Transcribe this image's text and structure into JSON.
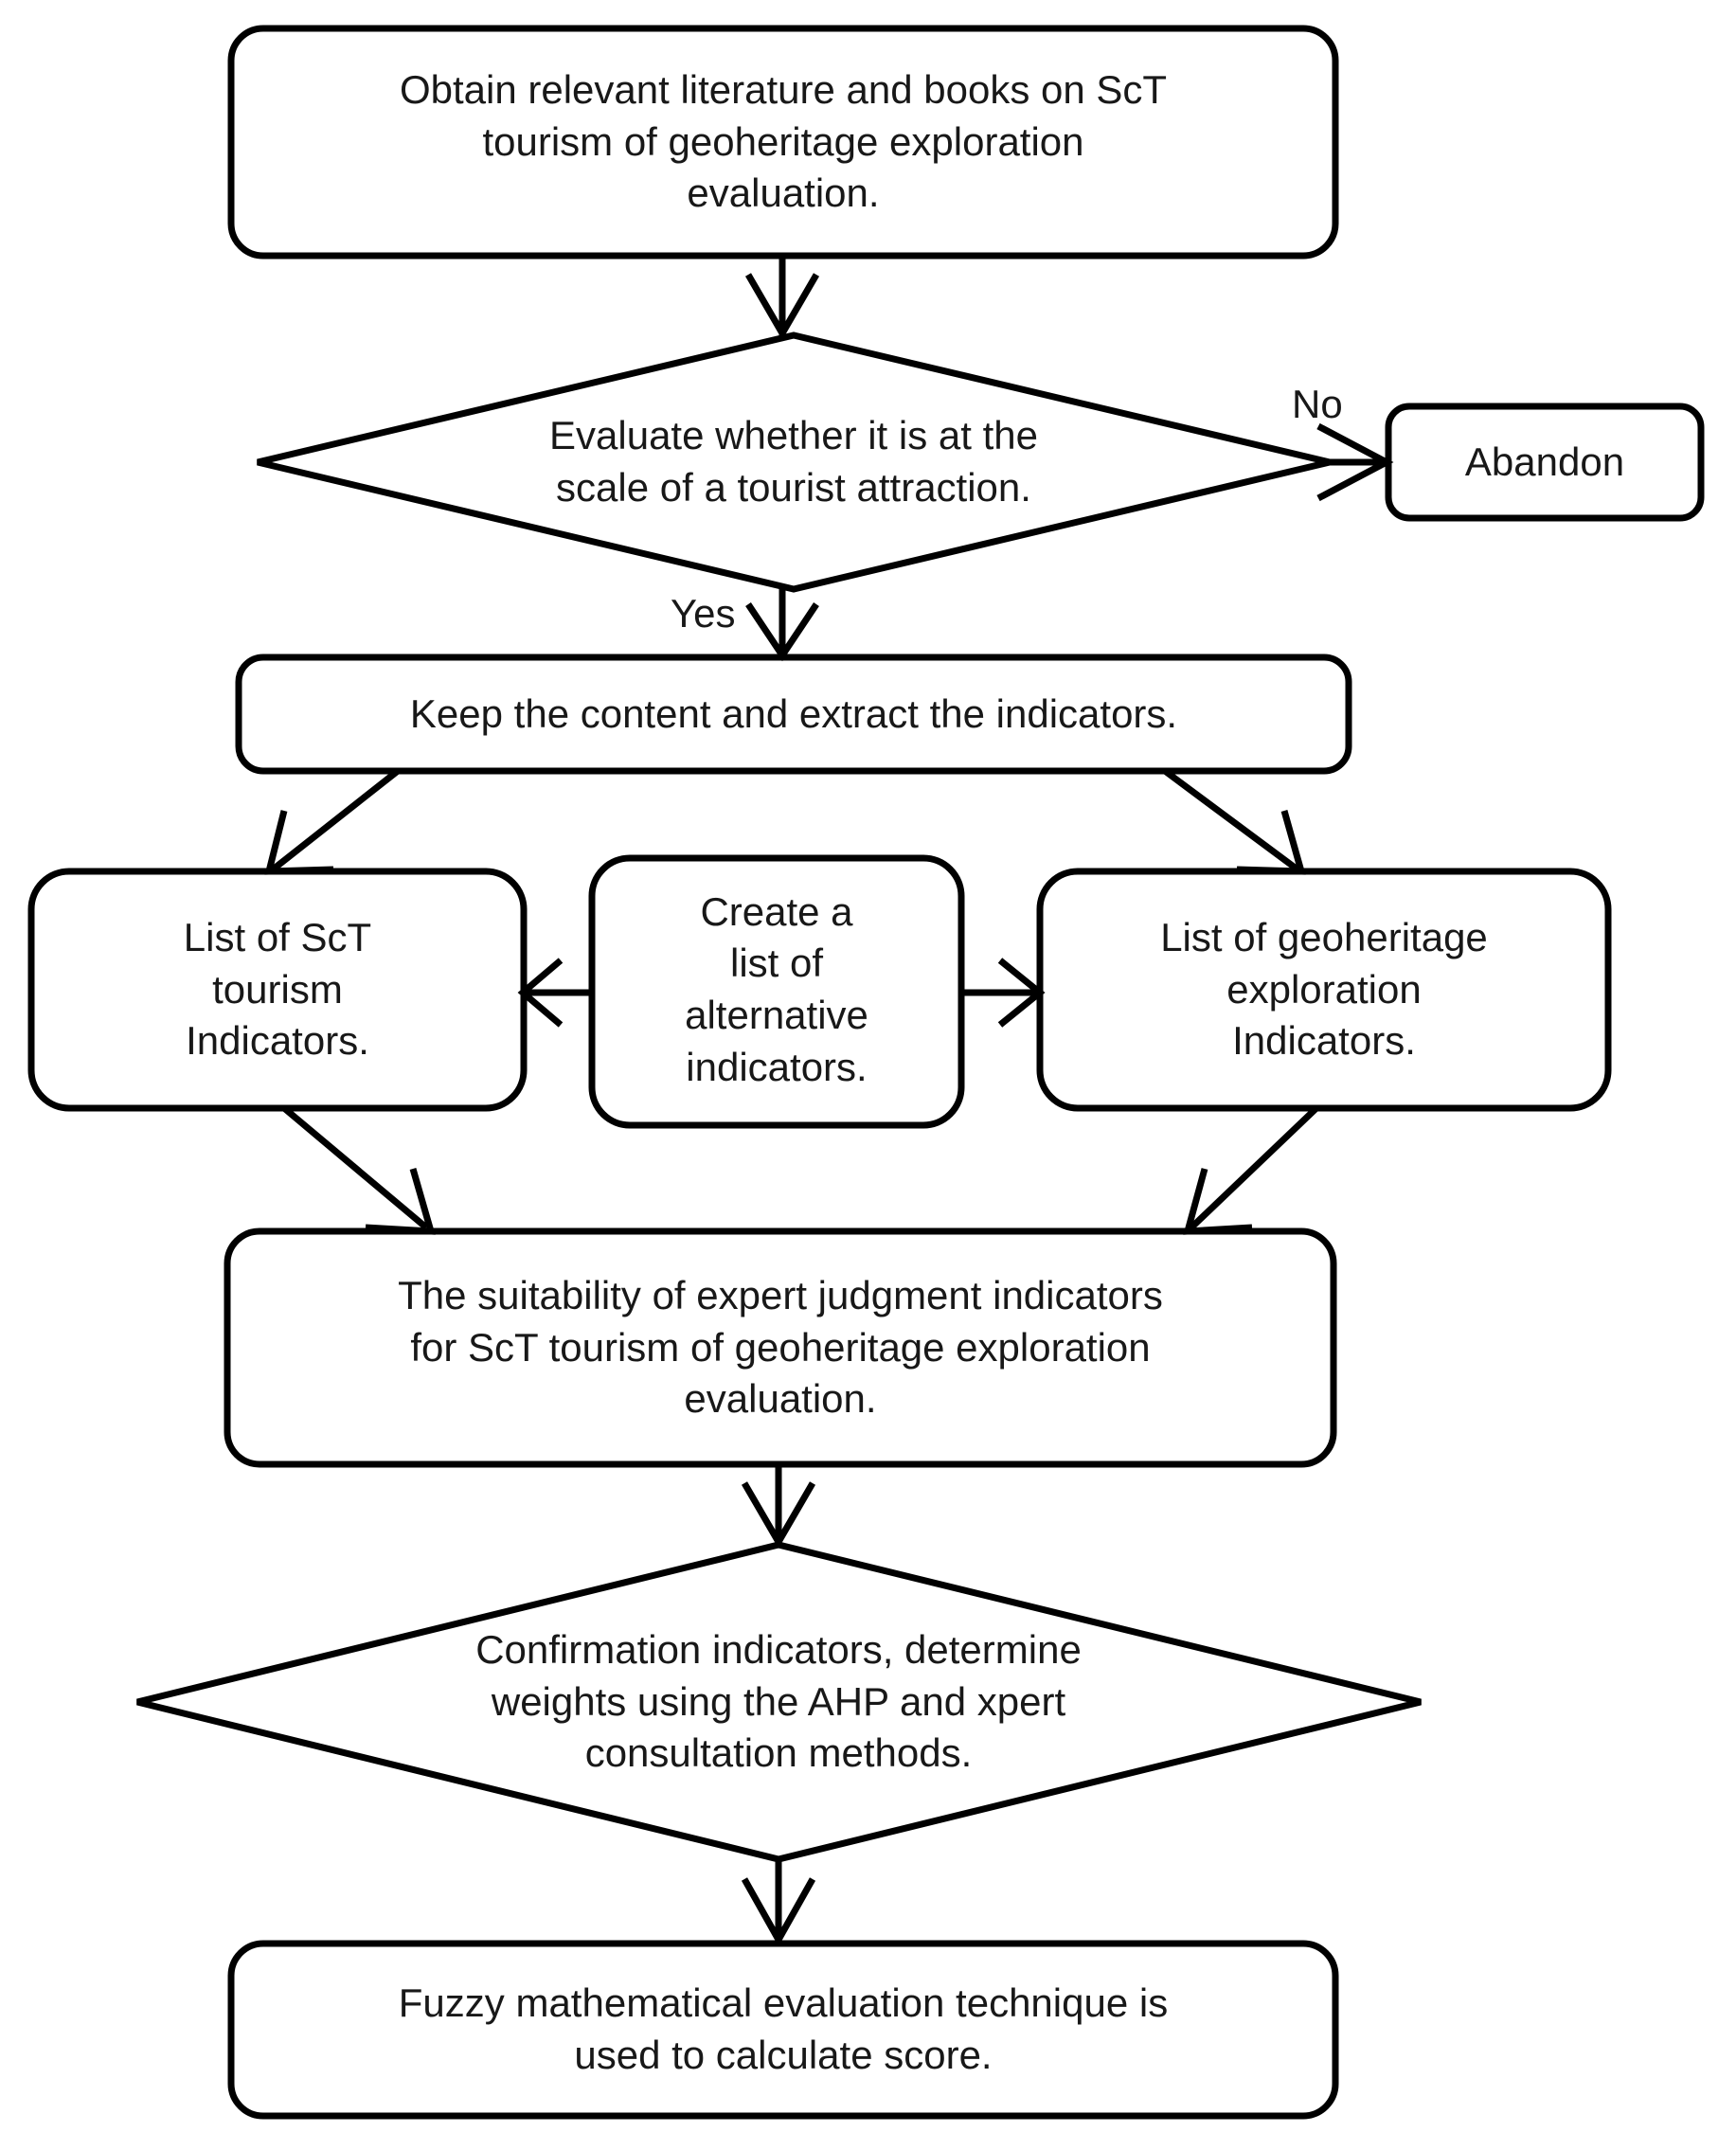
{
  "diagram": {
    "title": "ScT tourism geoheritage exploration evaluation flowchart",
    "background_color": "#ffffff",
    "stroke_color": "#000000",
    "text_color": "#181818",
    "nodes": [
      {
        "id": "obtain-literature",
        "shape": "rounded-rectangle",
        "text": "Obtain relevant literature and books on ScT\ntourism of geoheritage exploration\nevaluation."
      },
      {
        "id": "evaluate-scale",
        "shape": "diamond",
        "text": "Evaluate whether it is at the\nscale of a tourist attraction."
      },
      {
        "id": "abandon",
        "shape": "rounded-rectangle",
        "text": "Abandon"
      },
      {
        "id": "keep-content",
        "shape": "rounded-rectangle",
        "text": "Keep the content and extract the indicators."
      },
      {
        "id": "sct-tourism-indicators",
        "shape": "rounded-rectangle",
        "text": "List of ScT\ntourism\nIndicators."
      },
      {
        "id": "alternative-indicators",
        "shape": "rounded-rectangle",
        "text": "Create a\nlist of\nalternative\nindicators."
      },
      {
        "id": "geoheritage-indicators",
        "shape": "rounded-rectangle",
        "text": "List of geoheritage\nexploration\nIndicators."
      },
      {
        "id": "expert-judgment",
        "shape": "rounded-rectangle",
        "text": "The suitability of expert judgment indicators\nfor ScT tourism of geoheritage exploration\nevaluation."
      },
      {
        "id": "confirmation-weights",
        "shape": "diamond",
        "text": "Confirmation indicators, determine\nweights using the AHP and xpert\nconsultation methods."
      },
      {
        "id": "fuzzy-evaluation",
        "shape": "rounded-rectangle",
        "text": "Fuzzy mathematical evaluation technique is\nused to calculate score."
      }
    ],
    "edge_labels": [
      {
        "id": "label-no",
        "text": "No"
      },
      {
        "id": "label-yes",
        "text": "Yes"
      }
    ]
  }
}
